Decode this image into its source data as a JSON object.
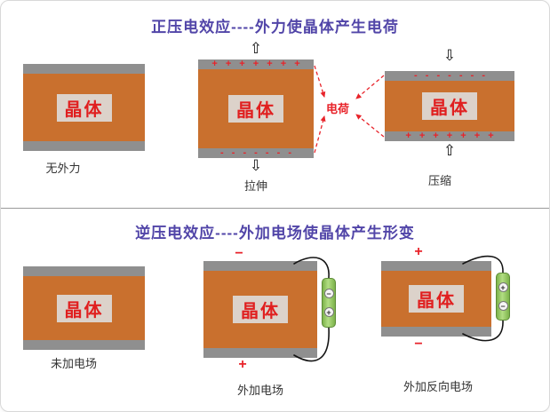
{
  "colors": {
    "crystal_orange": "#c9702e",
    "electrode_gray": "#8f8f8f",
    "title_purple": "#5145a8",
    "charge_red": "#e8232a",
    "battery_green": "#9ccc63"
  },
  "icons": {
    "arrow_up": "⇧",
    "arrow_down": "⇩"
  },
  "top_section": {
    "title": "正压电效应----外力使晶体产生电荷",
    "charge_label": "电荷",
    "crystals": [
      {
        "body_label": "晶体",
        "caption": "无外力"
      },
      {
        "body_label": "晶体",
        "caption": "拉伸",
        "top_symbols": "+ + + + + + +",
        "bottom_symbols": "- - - - - - -"
      },
      {
        "body_label": "晶体",
        "caption": "压缩",
        "top_symbols": "- - - - - - -",
        "bottom_symbols": "+ + + + + + +"
      }
    ]
  },
  "bottom_section": {
    "title": "逆压电效应----外加电场使晶体产生形变",
    "crystals": [
      {
        "body_label": "晶体",
        "caption": "未加电场"
      },
      {
        "body_label": "晶体",
        "caption": "外加电场",
        "top_charge": "−",
        "bottom_charge": "+",
        "battery_top": "−",
        "battery_bottom": "+"
      },
      {
        "body_label": "晶体",
        "caption": "外加反向电场",
        "top_charge": "+",
        "bottom_charge": "−",
        "battery_top": "+",
        "battery_bottom": "−"
      }
    ]
  }
}
